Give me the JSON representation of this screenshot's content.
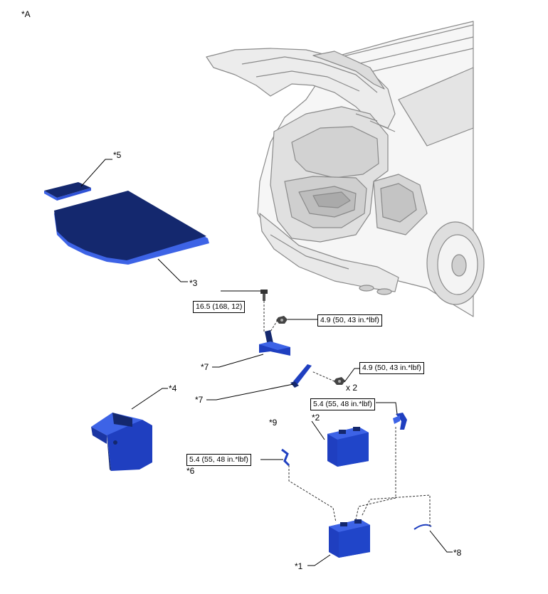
{
  "figure_label": "*A",
  "callouts": {
    "c1": "*1",
    "c2": "*2",
    "c3": "*3",
    "c4": "*4",
    "c5": "*5",
    "c6": "*6",
    "c7a": "*7",
    "c7b": "*7",
    "c8": "*8",
    "c9": "*9"
  },
  "torques": {
    "bolt_top": "16.5 (168, 12)",
    "nut_bracket": "4.9 (50, 43 in.*lbf)",
    "nut_bar": "4.9 (50, 43 in.*lbf)",
    "clamp_right": "5.4 (55, 48 in.*lbf)",
    "clamp_left": "5.4 (55, 48 in.*lbf)"
  },
  "quantity": "x 2",
  "colors": {
    "part_dark": "#14286e",
    "part_mid": "#1f3fc0",
    "part_light": "#3d63e6",
    "vehicle_line": "#8a8a8a",
    "vehicle_fill": "#f2f2f2"
  }
}
